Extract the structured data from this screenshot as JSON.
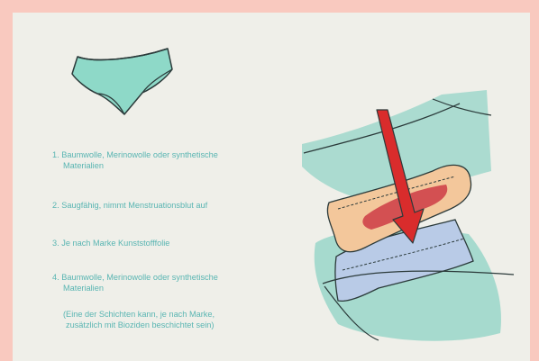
{
  "legend": {
    "items": [
      {
        "number": "1.",
        "line1": "Baumwolle, Merinowolle oder synthetische",
        "line2": "Materialien"
      },
      {
        "number": "2.",
        "line1": "Saugfähig, nimmt Menstruationsblut auf",
        "line2": ""
      },
      {
        "number": "3.",
        "line1": "Je nach Marke Kunststofffolie",
        "line2": ""
      },
      {
        "number": "4.",
        "line1": "Baumwolle, Merinowolle oder synthetische",
        "line2": "Materialien"
      }
    ],
    "note_line1": "(Eine der Schichten kann, je nach Marke,",
    "note_line2": "zusätzlich mit Bioziden beschichtet sein)"
  },
  "colors": {
    "frame": "#f9c9bf",
    "paper": "#efefe9",
    "text": "#59b5b2",
    "teal": "#7fd2c1",
    "pad": "#f3c79b",
    "blood": "#c8283a",
    "film": "#b9cbe7"
  },
  "icons": [
    "underwear-icon",
    "pad-layers-illustration",
    "arrow-down-icon"
  ]
}
